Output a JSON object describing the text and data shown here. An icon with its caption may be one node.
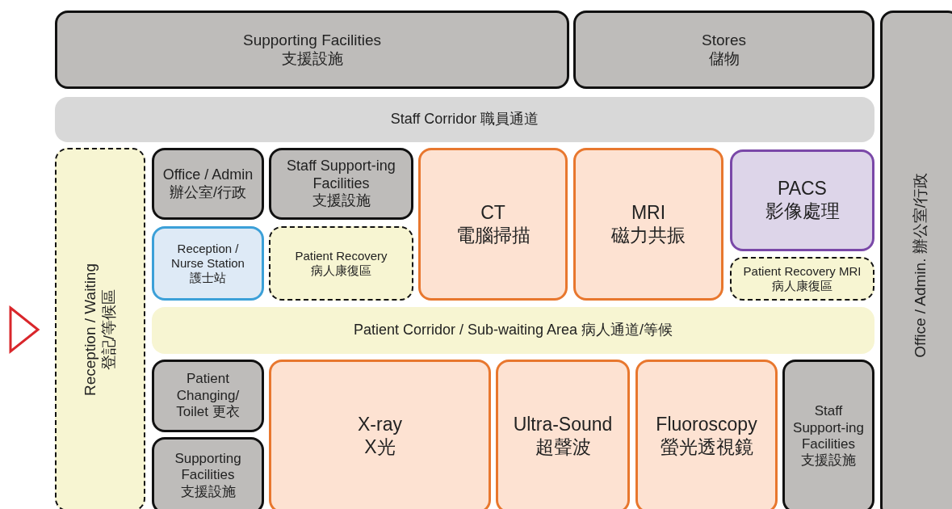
{
  "diagram": {
    "nodes": [
      {
        "text": [
          "Supporting Facilities",
          "支援設施"
        ]
      },
      {
        "text": [
          "Stores",
          "儲物"
        ]
      },
      {
        "text": [
          "Office / Admin. 辦公室/行政"
        ]
      },
      {
        "text": [
          "Staff Corridor 職員通道"
        ]
      },
      {
        "text": [
          "Reception / Waiting",
          "登記/等候區"
        ]
      },
      {
        "text": [
          "Office / Admin",
          "辦公室/行政"
        ]
      },
      {
        "text": [
          "Staff Support-ing Facilities",
          "支援設施"
        ]
      },
      {
        "text": [
          "CT",
          "電腦掃描"
        ]
      },
      {
        "text": [
          "MRI",
          "磁力共振"
        ]
      },
      {
        "text": [
          "PACS",
          "影像處理"
        ]
      },
      {
        "text": [
          "Reception / Nurse Station",
          "護士站"
        ]
      },
      {
        "text": [
          "Patient Recovery",
          "病人康復區"
        ]
      },
      {
        "text": [
          "Patient Recovery MRI 病人康復區"
        ]
      },
      {
        "text": [
          "Patient Corridor / Sub-waiting Area 病人通道/等候"
        ]
      },
      {
        "text": [
          "Patient Changing/ Toilet 更衣"
        ]
      },
      {
        "text": [
          "Supporting Facilities",
          "支援設施"
        ]
      },
      {
        "text": [
          "X-ray",
          "X光"
        ]
      },
      {
        "text": [
          "Ultra-Sound",
          "超聲波"
        ]
      },
      {
        "text": [
          "Fluoroscopy",
          "螢光透視鏡"
        ]
      },
      {
        "text": [
          "Staff Support-ing Facilities",
          "支援設施"
        ]
      }
    ]
  }
}
